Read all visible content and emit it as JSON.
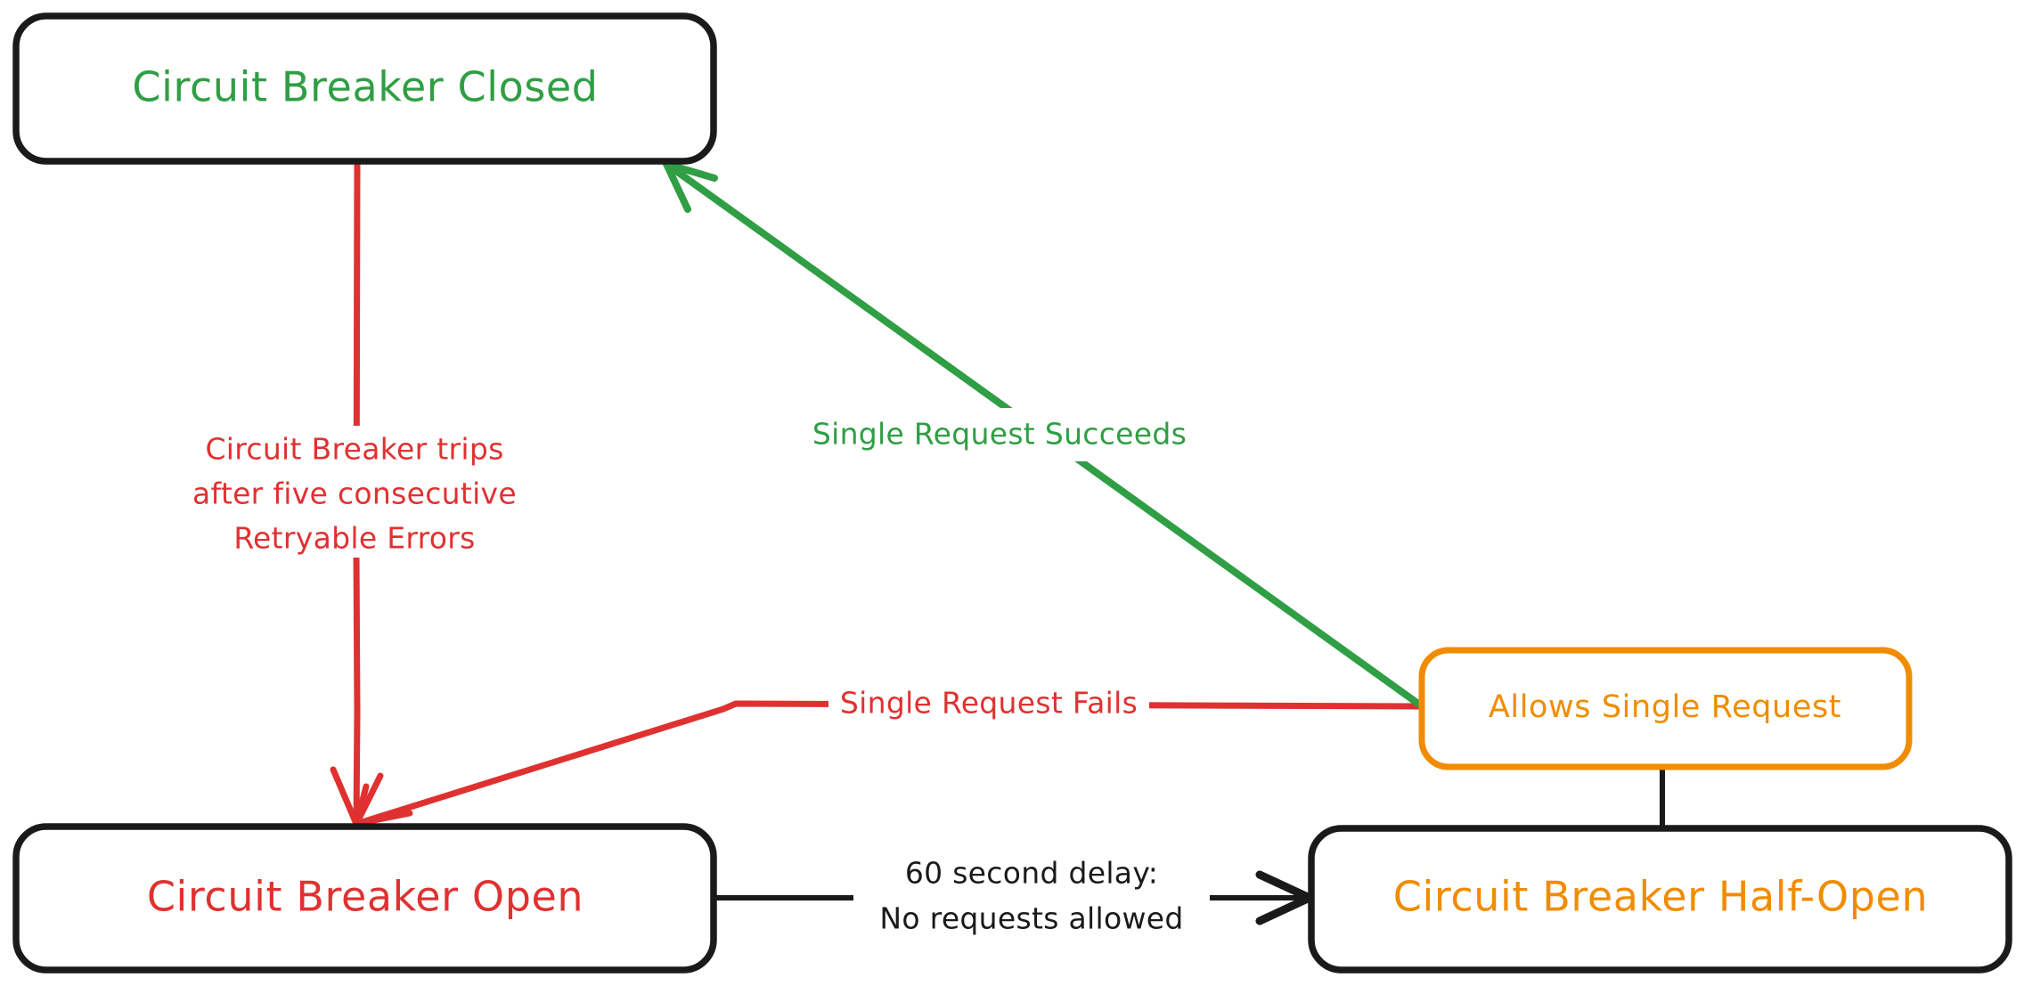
{
  "diagram": {
    "type": "state-diagram",
    "title": "Circuit Breaker State Machine",
    "background_color": "#ffffff",
    "colors": {
      "green": "#2f9e44",
      "red": "#e03131",
      "orange": "#f08c00",
      "black": "#1a1a1a",
      "node_fill": "#ffffff"
    },
    "nodes": [
      {
        "id": "closed",
        "label": "Circuit Breaker Closed",
        "text_color": "#2f9e44",
        "border_color": "#1a1a1a",
        "shape": "rounded-rect"
      },
      {
        "id": "open",
        "label": "Circuit Breaker Open",
        "text_color": "#e03131",
        "border_color": "#1a1a1a",
        "shape": "rounded-rect"
      },
      {
        "id": "halfopen",
        "label": "Circuit Breaker Half-Open",
        "text_color": "#f08c00",
        "border_color": "#1a1a1a",
        "shape": "rounded-rect"
      },
      {
        "id": "allows",
        "label": "Allows Single Request",
        "text_color": "#f08c00",
        "border_color": "#f08c00",
        "shape": "rounded-rect"
      }
    ],
    "edges": [
      {
        "id": "closed-to-open",
        "from": "closed",
        "to": "open",
        "color": "#e03131",
        "arrow": true,
        "label_lines": [
          "Circuit Breaker trips",
          "after five consecutive",
          "Retryable Errors"
        ]
      },
      {
        "id": "open-to-halfopen",
        "from": "open",
        "to": "halfopen",
        "color": "#1a1a1a",
        "arrow": true,
        "label_lines": [
          "60 second delay:",
          "No requests allowed"
        ]
      },
      {
        "id": "halfopen-to-allows",
        "from": "halfopen",
        "to": "allows",
        "color": "#1a1a1a",
        "arrow": false,
        "label_lines": []
      },
      {
        "id": "allows-to-closed",
        "from": "allows",
        "to": "closed",
        "color": "#2f9e44",
        "arrow": true,
        "label_lines": [
          "Single Request Succeeds"
        ]
      },
      {
        "id": "allows-to-open",
        "from": "allows",
        "to": "open",
        "color": "#e03131",
        "arrow": true,
        "label_lines": [
          "Single Request Fails"
        ]
      }
    ]
  },
  "labels": {
    "node_closed": "Circuit Breaker Closed",
    "node_open": "Circuit Breaker Open",
    "node_halfopen": "Circuit Breaker Half-Open",
    "node_allows": "Allows Single Request",
    "trips_line1": "Circuit Breaker trips",
    "trips_line2": "after five consecutive",
    "trips_line3": "Retryable Errors",
    "succeeds": "Single Request Succeeds",
    "fails": "Single Request Fails",
    "delay_line1": "60 second delay:",
    "delay_line2": "No requests allowed"
  }
}
